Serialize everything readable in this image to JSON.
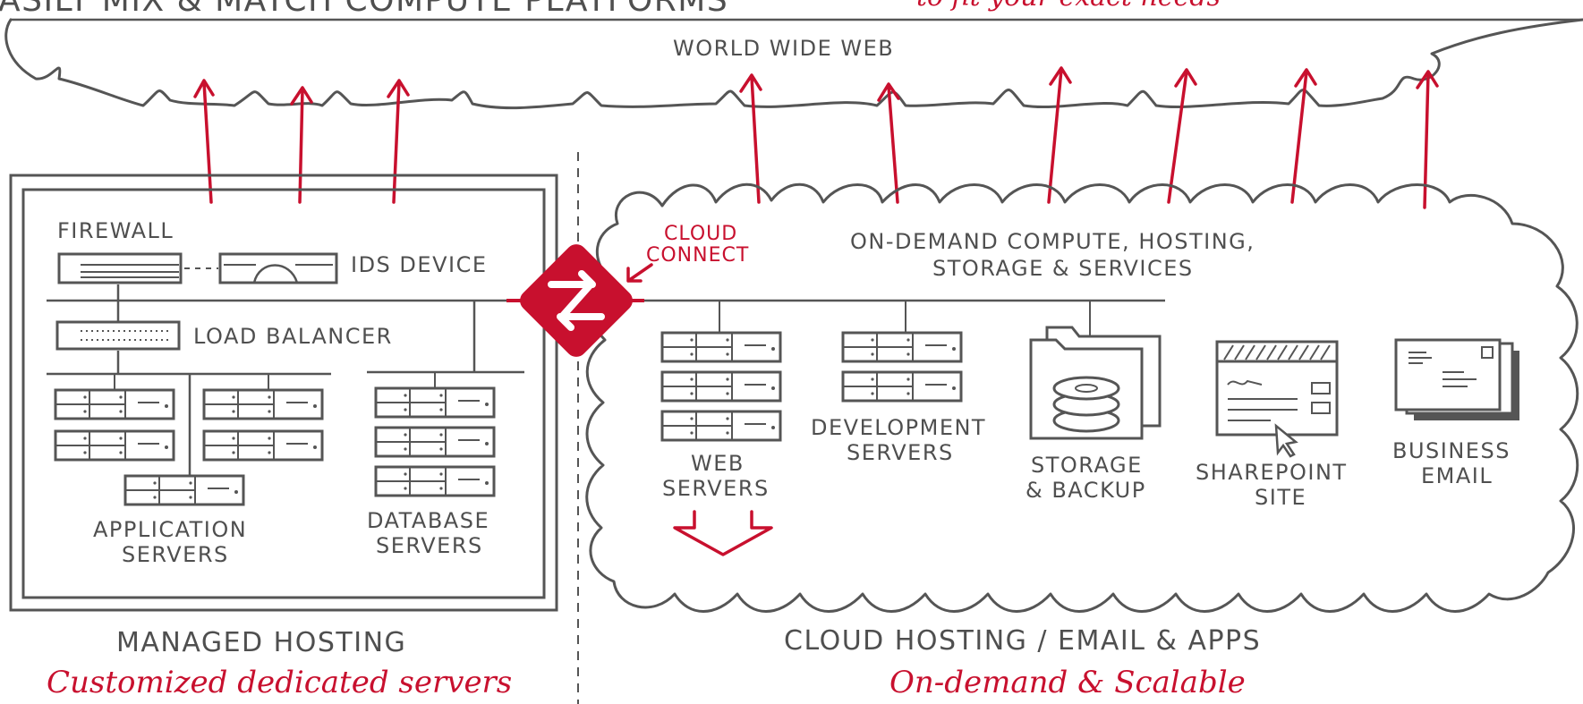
{
  "header": {
    "title": "ASILY MIX & MATCH COMPUTE PLATFORMS",
    "subtitle_hand": "to fit your exact needs"
  },
  "internet": {
    "label": "WORLD WIDE WEB"
  },
  "managed": {
    "firewall": "FIREWALL",
    "ids_device": "IDS DEVICE",
    "load_balancer": "LOAD  BALANCER",
    "app_servers_l1": "APPLICATION",
    "app_servers_l2": "SERVERS",
    "db_servers_l1": "DATABASE",
    "db_servers_l2": "SERVERS",
    "title": "MANAGED HOSTING",
    "tagline": "Customized dedicated servers"
  },
  "connector": {
    "label_l1": "CLOUD",
    "label_l2": "CONNECT"
  },
  "cloud": {
    "heading_l1": "ON-DEMAND COMPUTE, HOSTING,",
    "heading_l2": "STORAGE & SERVICES",
    "web_l1": "WEB",
    "web_l2": "SERVERS",
    "dev_l1": "DEVELOPMENT",
    "dev_l2": "SERVERS",
    "storage_l1": "STORAGE",
    "storage_l2": "& BACKUP",
    "sharepoint_l1": "SHAREPOINT",
    "sharepoint_l2": "SITE",
    "email_l1": "BUSINESS",
    "email_l2": "EMAIL",
    "title": "CLOUD HOSTING / EMAIL & APPS",
    "tagline": "On-demand & Scalable"
  },
  "colors": {
    "accent": "#c8102e",
    "ink": "#4f4f4f"
  }
}
